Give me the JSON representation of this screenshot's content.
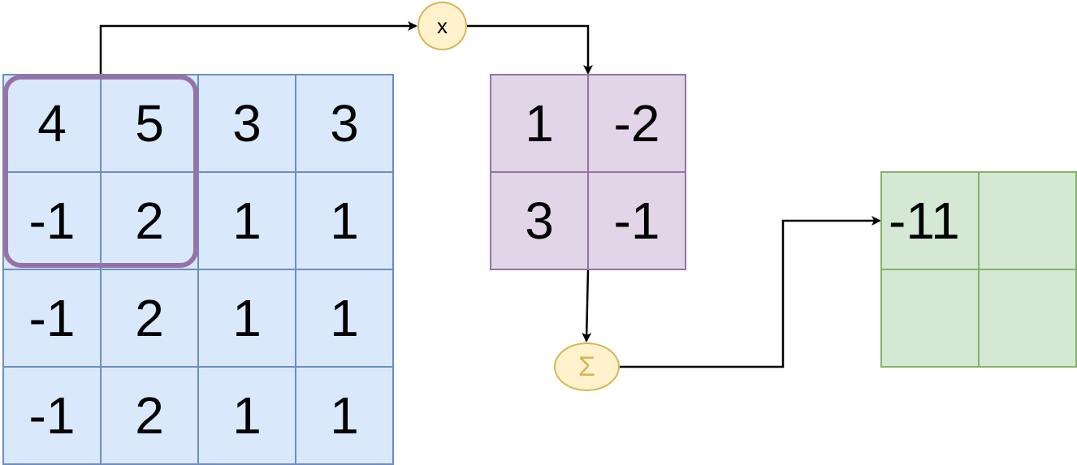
{
  "input_matrix": {
    "rows": [
      [
        "4",
        "5",
        "3",
        "3"
      ],
      [
        "-1",
        "2",
        "1",
        "1"
      ],
      [
        "-1",
        "2",
        "1",
        "1"
      ],
      [
        "-1",
        "2",
        "1",
        "1"
      ]
    ]
  },
  "kernel_matrix": {
    "rows": [
      [
        "1",
        "-2"
      ],
      [
        "3",
        "-1"
      ]
    ]
  },
  "output_matrix": {
    "rows": [
      [
        "-11",
        ""
      ],
      [
        "",
        ""
      ]
    ]
  },
  "operators": {
    "multiply": "x",
    "sum": "Σ"
  },
  "colors": {
    "input_fill": "#dae8fc",
    "input_stroke": "#6c8ebf",
    "kernel_fill": "#e1d5e7",
    "kernel_stroke": "#9673a6",
    "output_fill": "#d5e8d4",
    "output_stroke": "#82b366",
    "operator_fill": "#fff2cc",
    "operator_stroke": "#d6b656",
    "window_highlight": "#9673a6"
  }
}
